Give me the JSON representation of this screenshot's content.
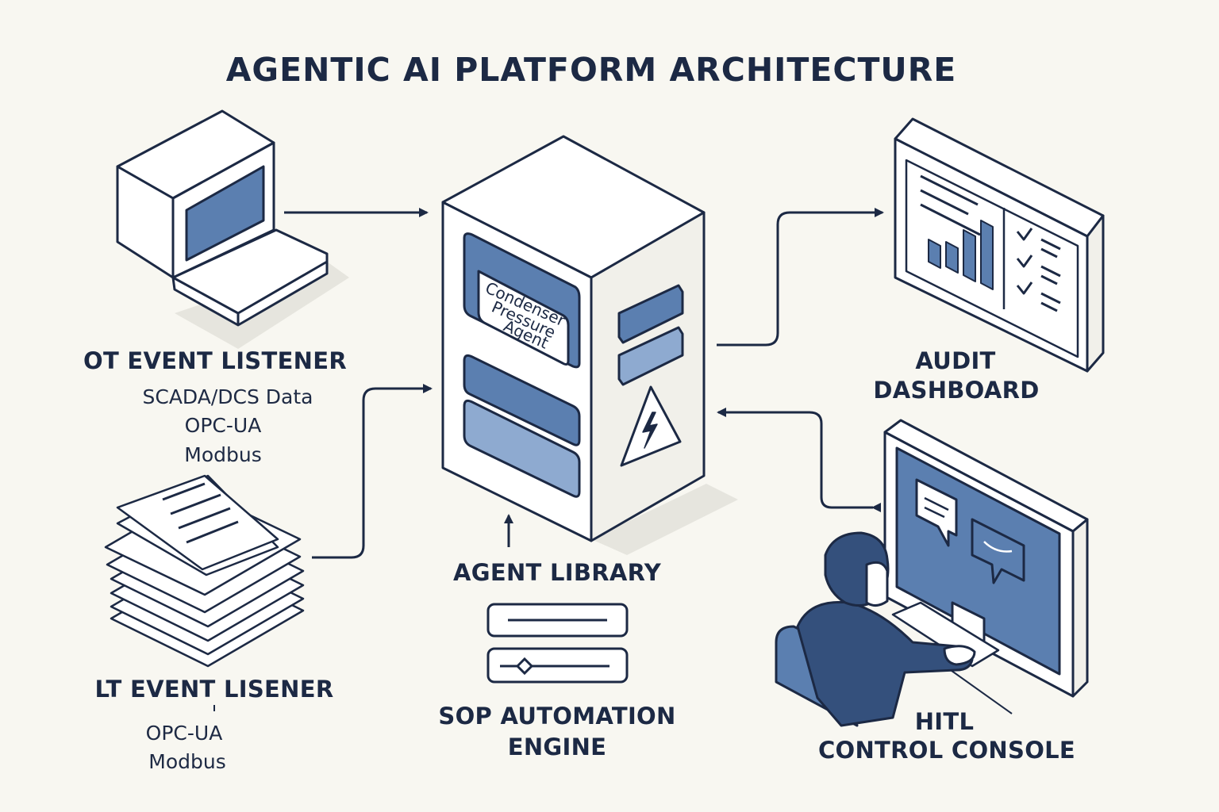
{
  "title": "AGENTIC AI PLATFORM ARCHITECTURE",
  "ot_listener": {
    "heading": "OT EVENT LISTENER",
    "lines": [
      "SCADA/DCS Data",
      "OPC-UA",
      "Modbus"
    ]
  },
  "lt_listener": {
    "heading": "LT EVENT LISENER",
    "lines": [
      "OPC-UA",
      "Modbus"
    ]
  },
  "central_agent": {
    "label_lines": [
      "Condenser",
      "Pressure",
      "Agent"
    ]
  },
  "agent_library": {
    "heading": "AGENT LIBRARY"
  },
  "sop_engine": {
    "heading_lines": [
      "SOP AUTOMATION",
      "ENGINE"
    ]
  },
  "audit_dashboard": {
    "heading_lines": [
      "AUDIT",
      "DASHBOARD"
    ]
  },
  "hitl_console": {
    "heading_lines": [
      "HITL",
      "CONTROL CONSOLE"
    ]
  },
  "colors": {
    "background": "#f8f7f1",
    "outline": "#1c2944",
    "accent_blue": "#5b7fb0",
    "light_blue": "#8eaad0",
    "panel_white": "#ffffff",
    "shadow": "#e6e5de"
  }
}
